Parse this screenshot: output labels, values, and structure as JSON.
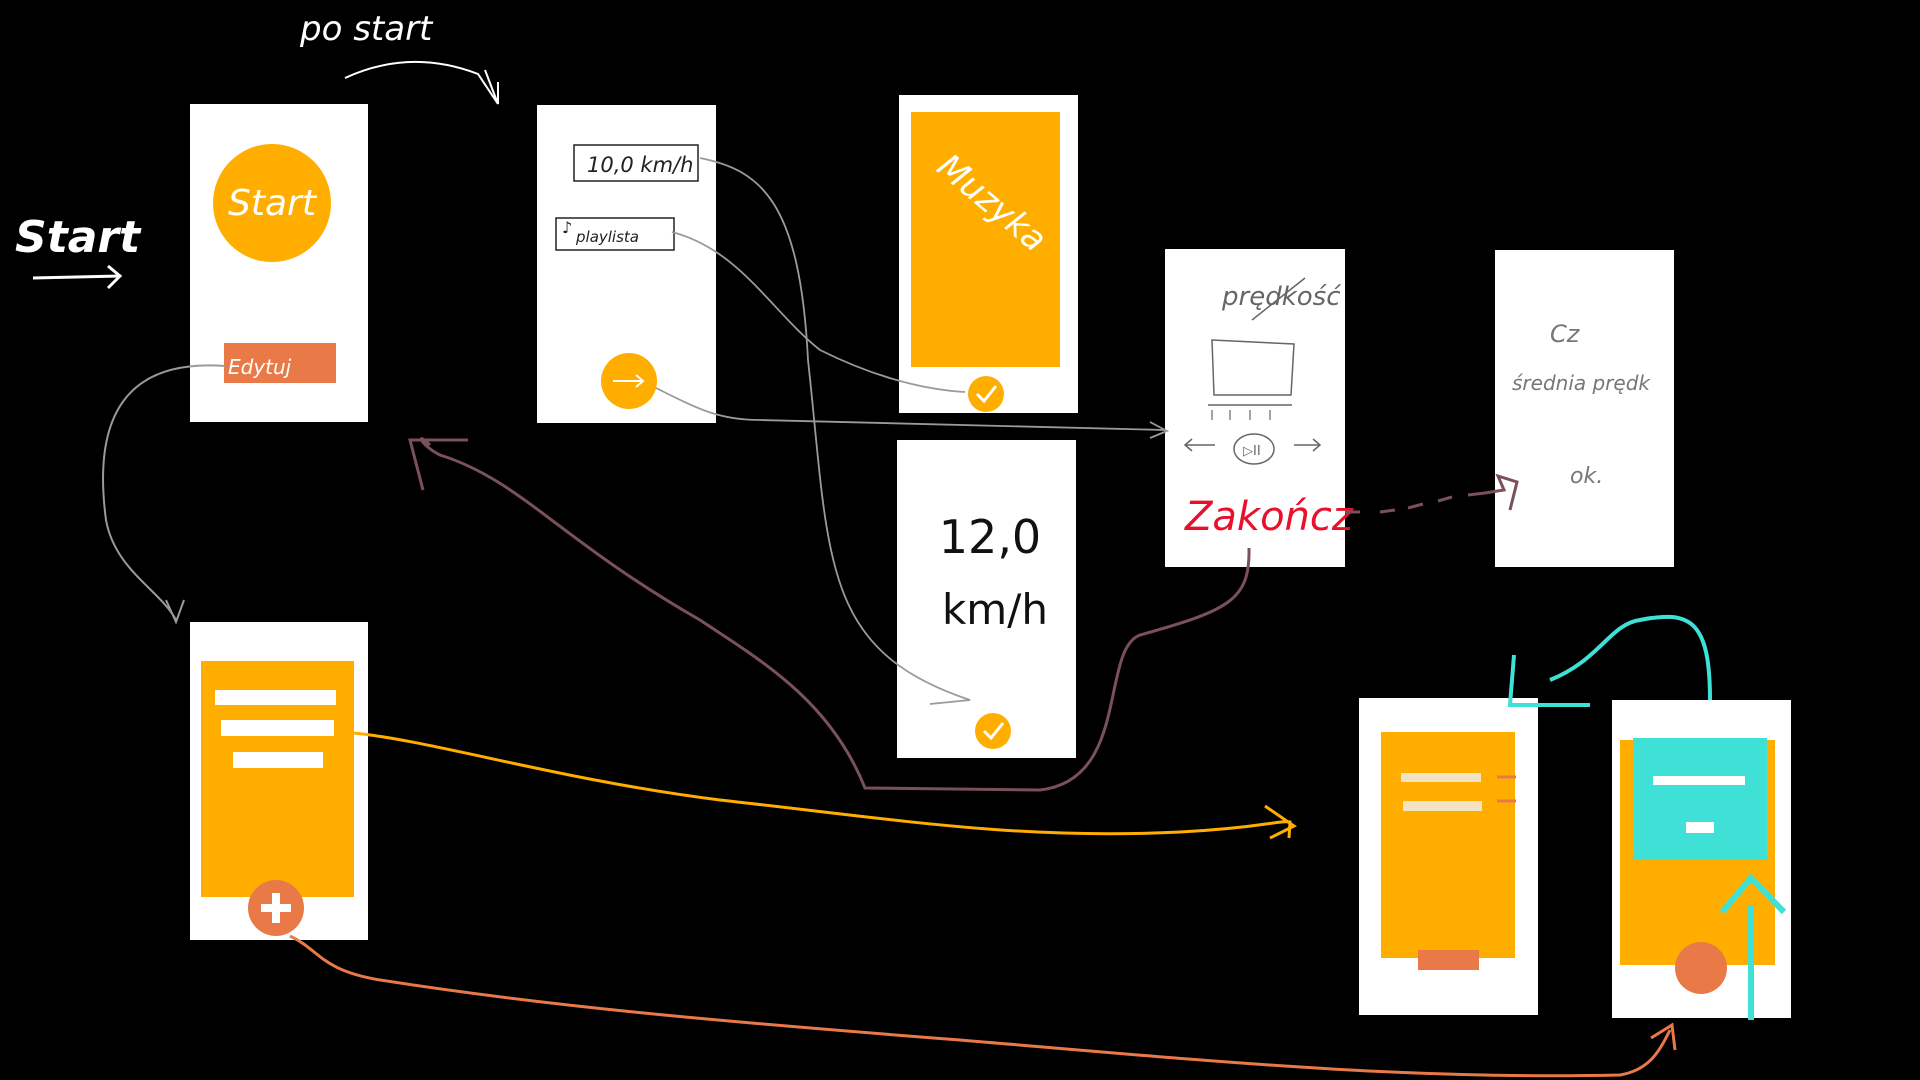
{
  "labels": {
    "start_arrow": "Start",
    "po_start": "po start"
  },
  "screen1": {
    "start_button": "Start",
    "edit_button": "Edytuj"
  },
  "screen2": {
    "speed_field": "10,0 km/h",
    "playlist_field": "playlista"
  },
  "screen3": {
    "music_label": "Muzyka"
  },
  "screen4": {
    "speed_value": "12,0",
    "speed_unit": "km/h"
  },
  "screen5": {
    "speed_label": "prędkość",
    "finish_label": "Zakończ"
  },
  "screen6": {
    "time_label": "Cz",
    "avg_speed_label": "średnia prędk",
    "ok_label": "ok."
  },
  "colors": {
    "background": "#000000",
    "screen": "#ffffff",
    "accent_yellow": "#ffae00",
    "accent_orange": "#e97a48",
    "finish_red": "#e8102a",
    "dialog_cyan": "#3fe0d5",
    "link_gray": "#9a9a9a",
    "link_brown": "#7a5158"
  },
  "icons": [
    "arrow-right-icon",
    "check-icon",
    "plus-icon",
    "play-icon"
  ]
}
